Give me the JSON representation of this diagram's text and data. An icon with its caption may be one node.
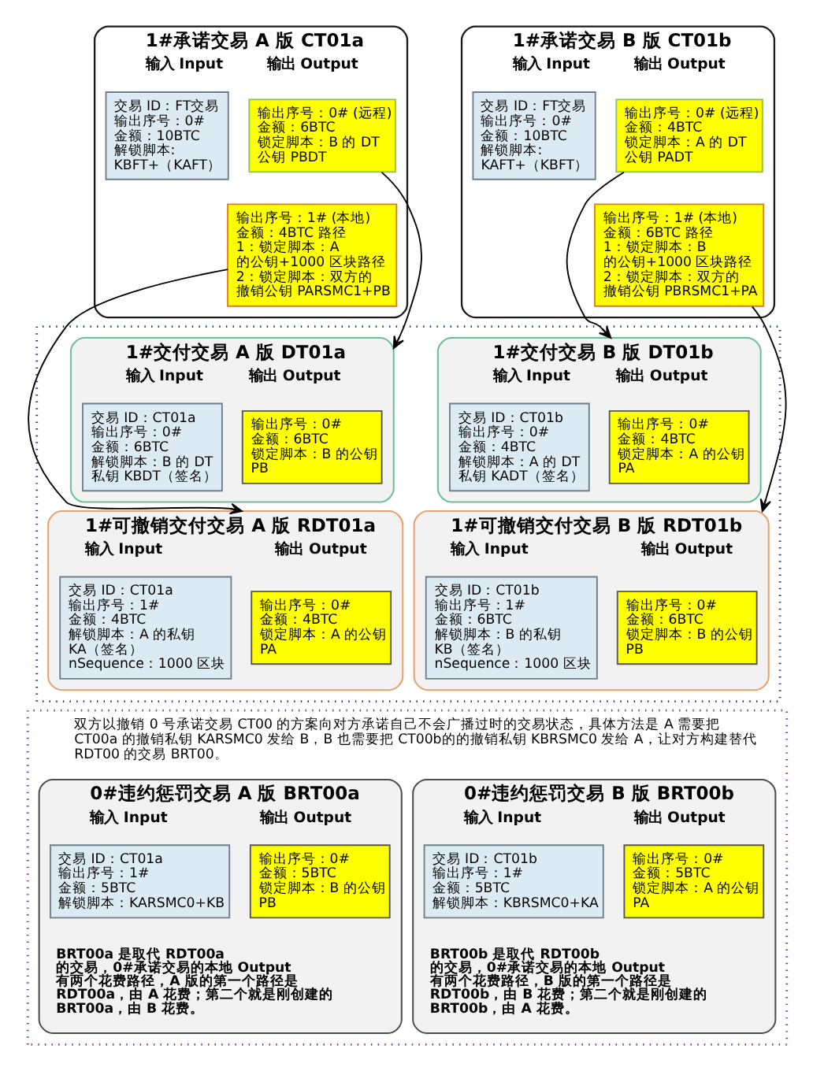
{
  "diagram": {
    "nodes": [
      {
        "text": [
          "1#承诺交易 A 版 CT01a",
          "输入 Input",
          "输出 Output"
        ]
      },
      {
        "text": [
          "交易 ID：FT交易输出序号：0# 金额：10BTC 解锁脚本: KBFT+（KAFT）"
        ],
        "in": 0
      },
      {
        "text": [
          "输出序号：0# (远程) 金额：6BTC 锁定脚本：B 的 DT 公钥 PBDT"
        ],
        "in": 0
      },
      {
        "text": [
          "输出序号：1# (本地) 金额：4BTC 路径 1：锁定脚本：A 的公钥+1000 区块路径 2：锁定脚本：双方的撤销公钥 PARSMC1+PB"
        ],
        "in": 0
      },
      {
        "text": [
          "1#承诺交易 B 版 CT01b",
          "输入 Input",
          "输出 Output"
        ]
      },
      {
        "text": [
          "交易 ID：FT交易输出序号：0# 金额：10BTC 解锁脚本: KAFT+（KBFT）"
        ],
        "in": 4
      },
      {
        "text": [
          "输出序号：0# (远程) 金额：4BTC 锁定脚本：A 的 DT 公钥 PADT"
        ],
        "in": 4
      },
      {
        "text": [
          "输出序号：1# (本地) 金额：6BTC 路径 1：锁定脚本：B 的公钥+1000 区块路径 2：锁定脚本：双方的撤销公钥 PBRSMC1+PA"
        ],
        "in": 4
      },
      {
        "text": [],
        "shape": "box"
      },
      {
        "text": [
          "1#交付交易 A 版 DT01a",
          "输入 Input",
          "输出 Output"
        ],
        "in": 8
      },
      {
        "text": [
          "交易 ID：CT01a 输出序号：0# 金额：6BTC 解锁脚本：B 的 DT 私钥 KBDT（签名）"
        ],
        "in": 9
      },
      {
        "text": [
          "输出序号：0# 金额：6BTC 锁定脚本：B 的公钥 PB"
        ],
        "in": 9
      },
      {
        "text": [
          "1#交付交易 B 版 DT01b",
          "输入 Input",
          "输出 Output"
        ],
        "in": 8
      },
      {
        "text": [
          "交易 ID：CT01b 输出序号：0# 金额：4BTC 解锁脚本：A 的 DT 私钥 KADT（签名）"
        ],
        "in": 12
      },
      {
        "text": [
          "输出序号：0# 金额：4BTC 锁定脚本：A 的公钥 PA"
        ],
        "in": 12
      },
      {
        "text": [
          "1#可撤销交付交易 A 版 RDT01a",
          "输入 Input",
          "输出 Output"
        ],
        "in": 8
      },
      {
        "text": [
          "交易 ID：CT01a 输出序号：1# 金额：4BTC 解锁脚本：A 的私钥 KA（签名） nSequence：1000 区块"
        ],
        "in": 15
      },
      {
        "text": [
          "输出序号：0# 金额：4BTC 锁定脚本：A 的公钥 PA"
        ],
        "in": 15
      },
      {
        "text": [
          "1#可撤销交付交易 B 版 RDT01b",
          "输入 Input",
          "输出 Output"
        ],
        "in": 8
      },
      {
        "text": [
          "交易 ID：CT01b 输出序号：1# 金额：6BTC 解锁脚本：B 的私钥 KB（签名） nSequence：1000 区块"
        ],
        "in": 18
      },
      {
        "text": [
          "输出序号：0# 金额：6BTC 锁定脚本：B 的公钥 PB"
        ],
        "in": 18
      },
      {
        "text": [
          "双方以撤销 0 号承诺交易 CT00 的方案向对方承诺自己不会广播过时的交易状态，具体方法是 A 需要把 CT00a 的撤销私钥 KARSMC0 发给 B，B 也需要把 CT00b的的撤销私钥 KBRSMC0 发给 A，让对方构建替代 RDT00 的交易 BRT00。"
        ]
      },
      {
        "text": [
          "0#违约惩罚交易 A 版 BRT00a",
          "输入 Input",
          "输出 Output",
          "BRT00a 是取代 RDT00a 的交易，0#承诺交易的本地 Output 有两个花费路径，A 版的第一个路径是 RDT00a，由 A 花费；第二个就是刚创建的 BRT00a，由 B 花费。"
        ],
        "in": 21
      },
      {
        "text": [
          "交易 ID：CT01a 输出序号：1# 金额：5BTC 解锁脚本：KARSMC0+KB"
        ],
        "in": 22
      },
      {
        "text": [
          "输出序号：0# 金额：5BTC 锁定脚本：B 的公钥 PB"
        ],
        "in": 22
      },
      {
        "text": [
          "0#违约惩罚交易 B 版 BRT00b",
          "输入 Input",
          "输出 Output",
          "BRT00b 是取代 RDT00b 的交易，0#承诺交易的本地 Output 有两个花费路径，B 版的第一个路径是 RDT00b，由 B 花费；第二个就是刚创建的 BRT00b，由 A 花费。"
        ],
        "in": 21
      },
      {
        "text": [
          "交易 ID：CT01b 输出序号：1# 金额：5BTC 解锁脚本：KBRSMC0+KA"
        ],
        "in": 25
      },
      {
        "text": [
          "输出序号：0# 金额：5BTC 锁定脚本：A 的公钥 PA"
        ],
        "in": 25
      }
    ],
    "edges": [
      {
        "from": 2,
        "to": 9,
        "arrow": "to"
      },
      {
        "from": 3,
        "to": 15,
        "arrow": "to"
      },
      {
        "from": 6,
        "to": 12,
        "arrow": "to"
      },
      {
        "from": 7,
        "to": 18,
        "arrow": "to"
      }
    ]
  }
}
